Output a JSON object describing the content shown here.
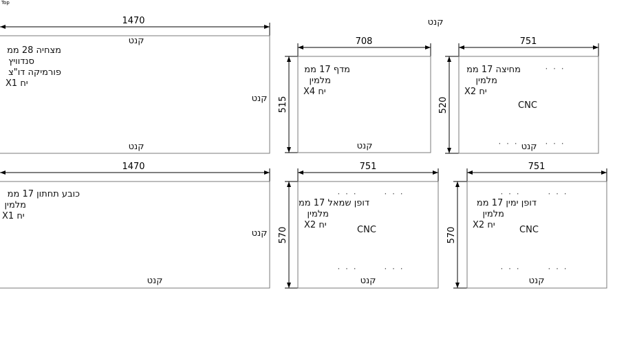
{
  "view_name": "Top",
  "edge_label": "קנט",
  "machining_label": "CNC",
  "dots": "· · ·",
  "panels": {
    "countertop": {
      "width": "1470",
      "lines": [
        "מצחיה 28 ממ",
        "סנדוויץ",
        "פורמיקה דו\"צ",
        "X1 יח"
      ]
    },
    "shelf": {
      "width": "708",
      "height": "515",
      "lines": [
        "מדף 17 ממ",
        "מלמין",
        "X4 יח"
      ]
    },
    "divider": {
      "width": "751",
      "height": "520",
      "lines": [
        "מחיצה 17 ממ",
        "מלמין",
        "X2 יח"
      ]
    },
    "bottom": {
      "width": "1470",
      "lines": [
        "כובע תחתון 17 ממ",
        "מלמין",
        "X1 יח"
      ]
    },
    "left_side": {
      "width": "751",
      "height": "570",
      "lines": [
        "דופן שמאל 17 ממ",
        "מלמין",
        "X2 יח"
      ]
    },
    "right_side": {
      "width": "751",
      "height": "570",
      "lines": [
        "דופן ימין 17 ממ",
        "מלמין",
        "X2 יח"
      ]
    }
  }
}
